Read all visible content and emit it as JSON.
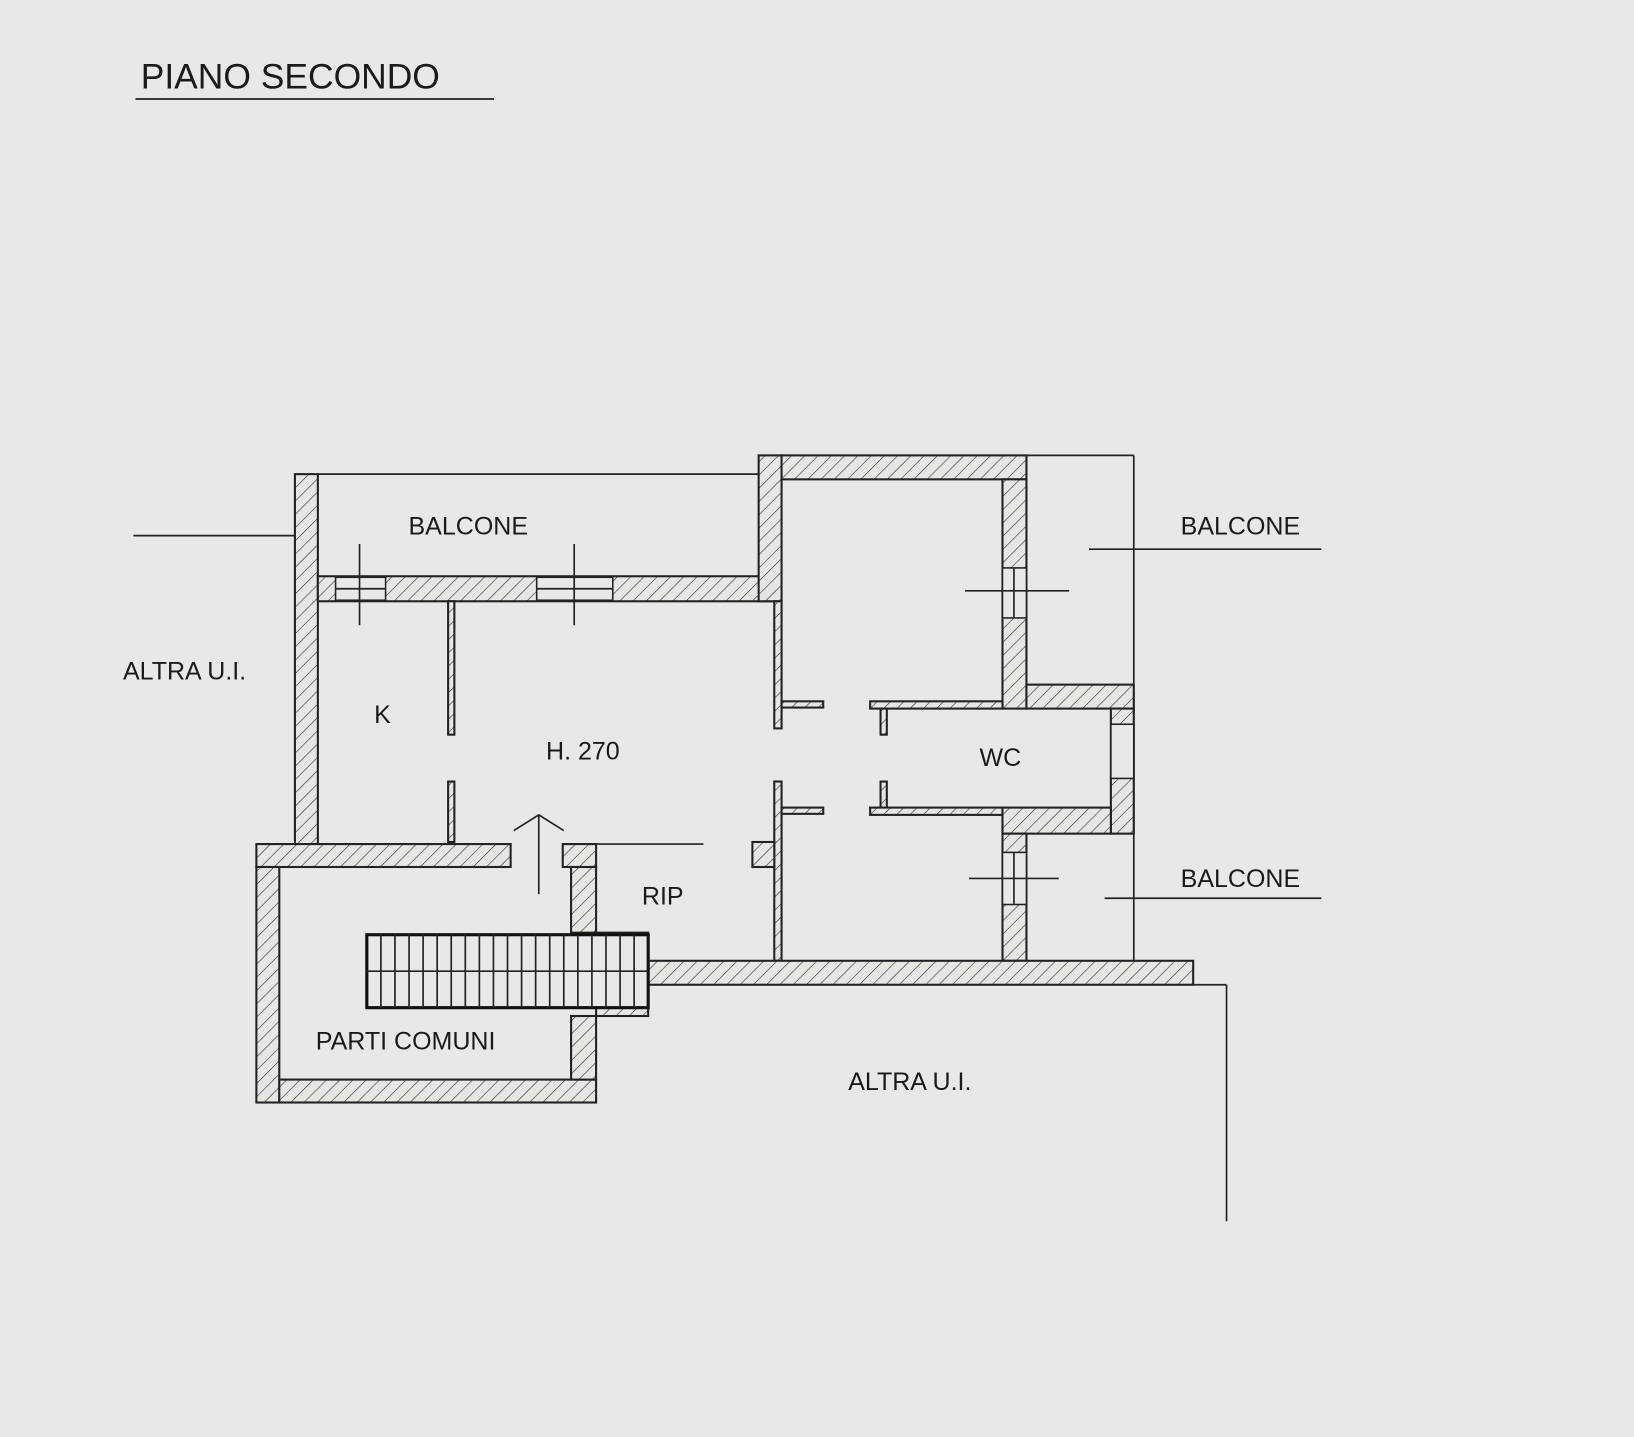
{
  "title": "PIANO SECONDO",
  "labels": {
    "balcone_top": "BALCONE",
    "balcone_right_top": "BALCONE",
    "balcone_right_bottom": "BALCONE",
    "altra_ui_left": "ALTRA U.I.",
    "altra_ui_bottom": "ALTRA U.I.",
    "kitchen": "K",
    "height": "H. 270",
    "wc": "WC",
    "rip": "RIP",
    "parti_comuni": "PARTI COMUNI"
  }
}
